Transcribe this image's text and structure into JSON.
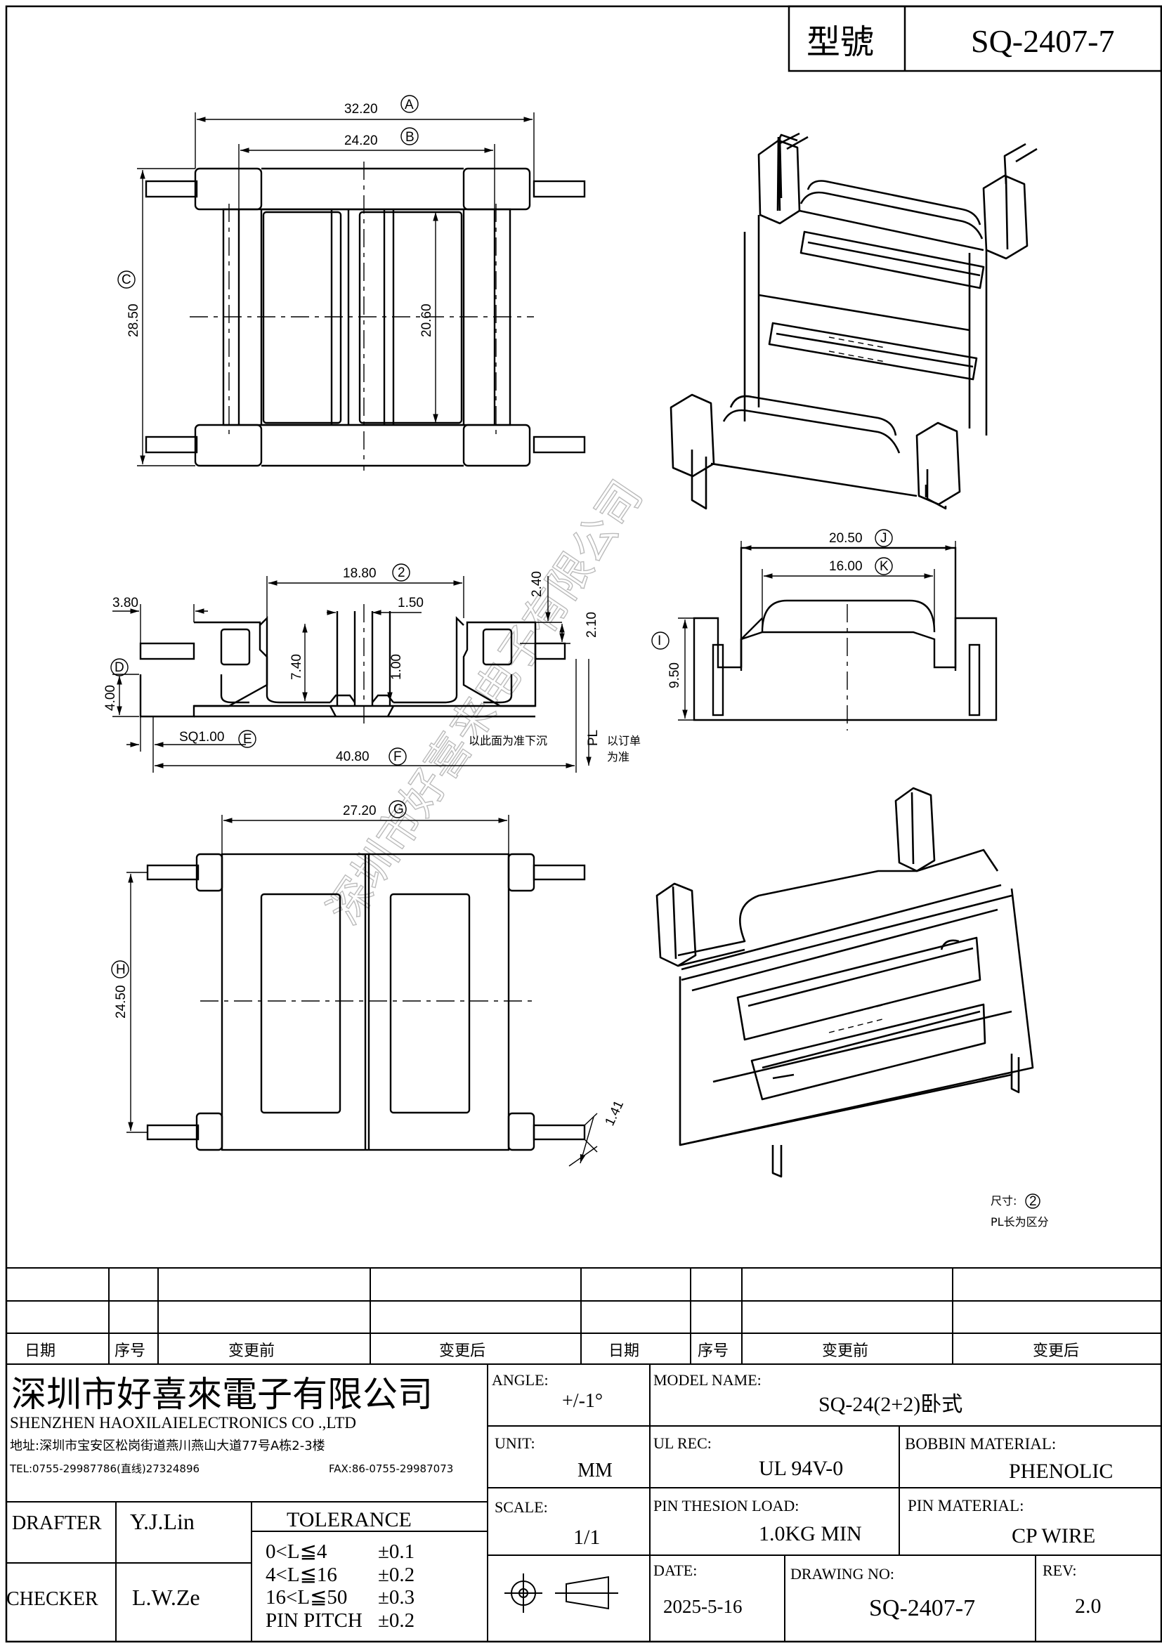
{
  "header": {
    "model_label": "型號",
    "model_no": "SQ-2407-7"
  },
  "watermark": "深圳市好喜来电子有限公司",
  "dimensions": {
    "top_view": {
      "A": "32.20",
      "B": "24.20",
      "C": "28.50",
      "inner": "20.60"
    },
    "side_view": {
      "d2": "18.80",
      "w380": "3.80",
      "w150": "1.50",
      "h240": "2.40",
      "h210": "2.10",
      "h740": "7.40",
      "h100": "1.00",
      "D": "4.00",
      "E": "SQ1.00",
      "F": "40.80",
      "note_bottom": "以此面为准下沉",
      "pl": "PL",
      "pl_note1": "以订单",
      "pl_note2": "为准"
    },
    "end_view": {
      "J": "20.50",
      "K": "16.00",
      "I": "9.50"
    },
    "bottom_view": {
      "G": "27.20",
      "H": "24.50",
      "pin": "1.41"
    }
  },
  "circle_labels": {
    "A": "A",
    "B": "B",
    "C": "C",
    "D": "D",
    "E": "E",
    "F": "F",
    "G": "G",
    "H": "H",
    "I": "I",
    "J": "J",
    "K": "K",
    "two": "2"
  },
  "notes": {
    "line1": "尺寸:",
    "line2": "PL长为区分"
  },
  "revision_table": {
    "headers": [
      "日期",
      "序号",
      "变更前",
      "变更后",
      "日期",
      "序号",
      "变更前",
      "变更后"
    ]
  },
  "company": {
    "name_cn": "深圳市好喜來電子有限公司",
    "name_en": "SHENZHEN HAOXILAIELECTRONICS CO .,LTD",
    "address": "地址:深圳市宝安区松岗街道燕川燕山大道77号A栋2-3楼",
    "tel": "TEL:0755-29987786(直线)27324896",
    "fax": "FAX:86-0755-29987073"
  },
  "people": {
    "drafter_label": "DRAFTER",
    "drafter": "Y.J.Lin",
    "checker_label": "CHECKER",
    "checker": "L.W.Ze"
  },
  "tolerance": {
    "title": "TOLERANCE",
    "rows": [
      {
        "range": "0<L≦4",
        "tol": "±0.1"
      },
      {
        "range": "4<L≦16",
        "tol": "±0.2"
      },
      {
        "range": "16<L≦50",
        "tol": "±0.3"
      },
      {
        "range": "PIN PITCH",
        "tol": "±0.2"
      }
    ]
  },
  "specs": {
    "angle_label": "ANGLE:",
    "angle": "+/-1°",
    "unit_label": "UNIT:",
    "unit": "MM",
    "scale_label": "SCALE:",
    "scale": "1/1",
    "model_name_label": "MODEL NAME:",
    "model_name": "SQ-24(2+2)卧式",
    "ul_label": "UL REC:",
    "ul": "UL 94V-0",
    "bobbin_label": "BOBBIN MATERIAL:",
    "bobbin": "PHENOLIC",
    "pin_load_label": "PIN THESION LOAD:",
    "pin_load": "1.0KG MIN",
    "pin_material_label": "PIN MATERIAL:",
    "pin_material": "CP  WIRE",
    "date_label": "DATE:",
    "date": "2025-5-16",
    "drawing_label": "DRAWING NO:",
    "drawing_no": "SQ-2407-7",
    "rev_label": "REV:",
    "rev": "2.0"
  }
}
